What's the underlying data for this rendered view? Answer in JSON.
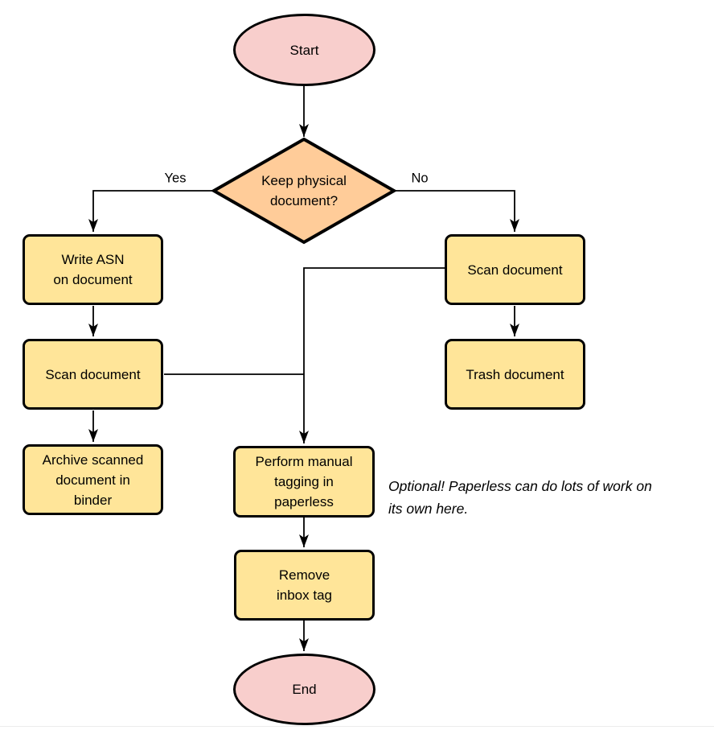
{
  "colors": {
    "terminator_fill": "#F8CECC",
    "decision_fill": "#FFCC99",
    "process_fill": "#FFE599",
    "stroke": "#000000"
  },
  "nodes": {
    "start": "Start",
    "decision": "Keep physical\ndocument?",
    "write_asn": "Write ASN\non document",
    "scan_left": "Scan document",
    "archive": "Archive scanned\ndocument in\nbinder",
    "scan_right": "Scan document",
    "trash": "Trash document",
    "tagging": "Perform manual\ntagging in\npaperless",
    "remove_inbox": "Remove\ninbox tag",
    "end": "End"
  },
  "edge_labels": {
    "yes": "Yes",
    "no": "No"
  },
  "annotation": "Optional! Paperless can do lots of work on\nits own here."
}
